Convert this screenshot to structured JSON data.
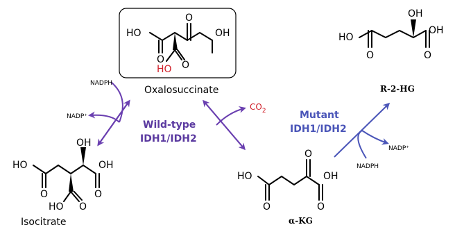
{
  "molecules": {
    "oxalosuccinate": {
      "name": "Oxalosuccinate",
      "atoms": {
        "ho_left": "HO",
        "oh_right": "OH",
        "o_top": "O",
        "o_left_bottom": "O",
        "o_mid_bottom": "O",
        "ho_red": "HO"
      }
    },
    "r2hg": {
      "name": "R-2-HG",
      "atoms": {
        "oh_top": "OH",
        "ho_left": "HO",
        "oh_right": "OH",
        "o_left": "O",
        "o_right": "O"
      }
    },
    "isocitrate": {
      "name": "Isocitrate",
      "atoms": {
        "oh_top": "OH",
        "ho_left": "HO",
        "oh_right": "OH",
        "o_left": "O",
        "o_right": "O",
        "ho_bottom": "HO",
        "o_bottom": "O"
      }
    },
    "akg": {
      "name": "α-KG",
      "atoms": {
        "o_top": "O",
        "ho_left": "HO",
        "oh_right": "OH",
        "o_left": "O",
        "o_right": "O"
      }
    }
  },
  "cofactors": {
    "nadph_wt": "NADPH",
    "nadp_wt": "NADP⁺",
    "co2_base": "CO",
    "co2_sub": "2",
    "nadp_mut": "NADP⁺",
    "nadph_mut": "NADPH"
  },
  "enzymes": {
    "wildtype": {
      "line1": "Wild-type",
      "line2": "IDH1/IDH2"
    },
    "mutant": {
      "line1": "Mutant",
      "line2": "IDH1/IDH2"
    }
  },
  "colors": {
    "wildtype_arrow": "#6a3fb0",
    "mutant_arrow": "#4a55b8",
    "red_label": "#d0202a"
  }
}
